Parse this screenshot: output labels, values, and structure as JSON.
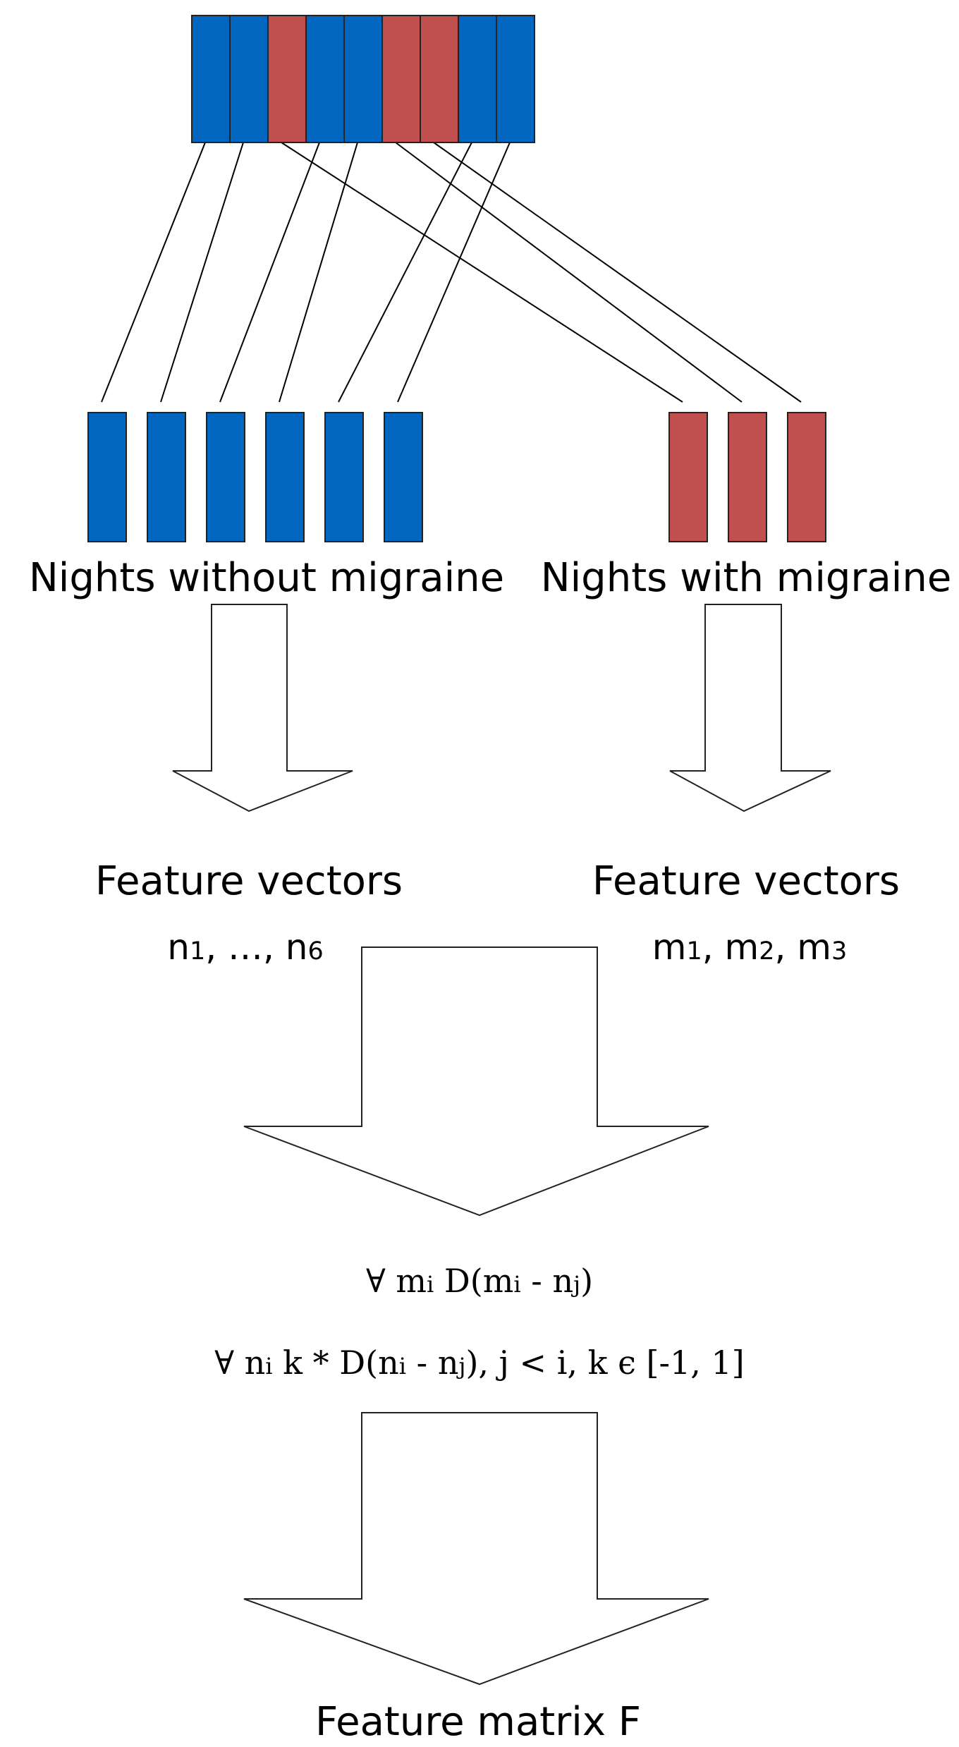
{
  "colors": {
    "no_migraine": "#0066c0",
    "migraine": "#c0504d",
    "outline": "#222222"
  },
  "top_bars": [
    "no_migraine",
    "no_migraine",
    "migraine",
    "no_migraine",
    "no_migraine",
    "migraine",
    "migraine",
    "no_migraine",
    "no_migraine"
  ],
  "connections": [
    {
      "from": 0,
      "to_group": "left",
      "to": 0
    },
    {
      "from": 1,
      "to_group": "left",
      "to": 1
    },
    {
      "from": 2,
      "to_group": "right",
      "to": 0
    },
    {
      "from": 3,
      "to_group": "left",
      "to": 2
    },
    {
      "from": 4,
      "to_group": "left",
      "to": 3
    },
    {
      "from": 5,
      "to_group": "right",
      "to": 1
    },
    {
      "from": 6,
      "to_group": "right",
      "to": 2
    },
    {
      "from": 7,
      "to_group": "left",
      "to": 4
    },
    {
      "from": 8,
      "to_group": "left",
      "to": 5
    }
  ],
  "groups": {
    "left": {
      "count": 6,
      "color_key": "no_migraine",
      "label": "Nights without migraine"
    },
    "right": {
      "count": 3,
      "color_key": "migraine",
      "label": "Nights with migraine"
    }
  },
  "vectors": {
    "left": {
      "title": "Feature vectors",
      "sub": [
        "n",
        "1",
        ", …, n",
        "6"
      ]
    },
    "right": {
      "title": "Feature vectors",
      "sub": [
        "m",
        "1",
        ", m",
        "2",
        ", m",
        "3"
      ]
    }
  },
  "formulas": {
    "line1": [
      "∀ m",
      "i",
      " D(m",
      "i",
      " - n",
      "j",
      ")"
    ],
    "line2": [
      "∀ n",
      "i",
      " k * D(n",
      "i",
      " - n",
      "j",
      "), j < i, k ϵ [-1, 1]"
    ]
  },
  "result": {
    "label": "Feature matrix F"
  }
}
